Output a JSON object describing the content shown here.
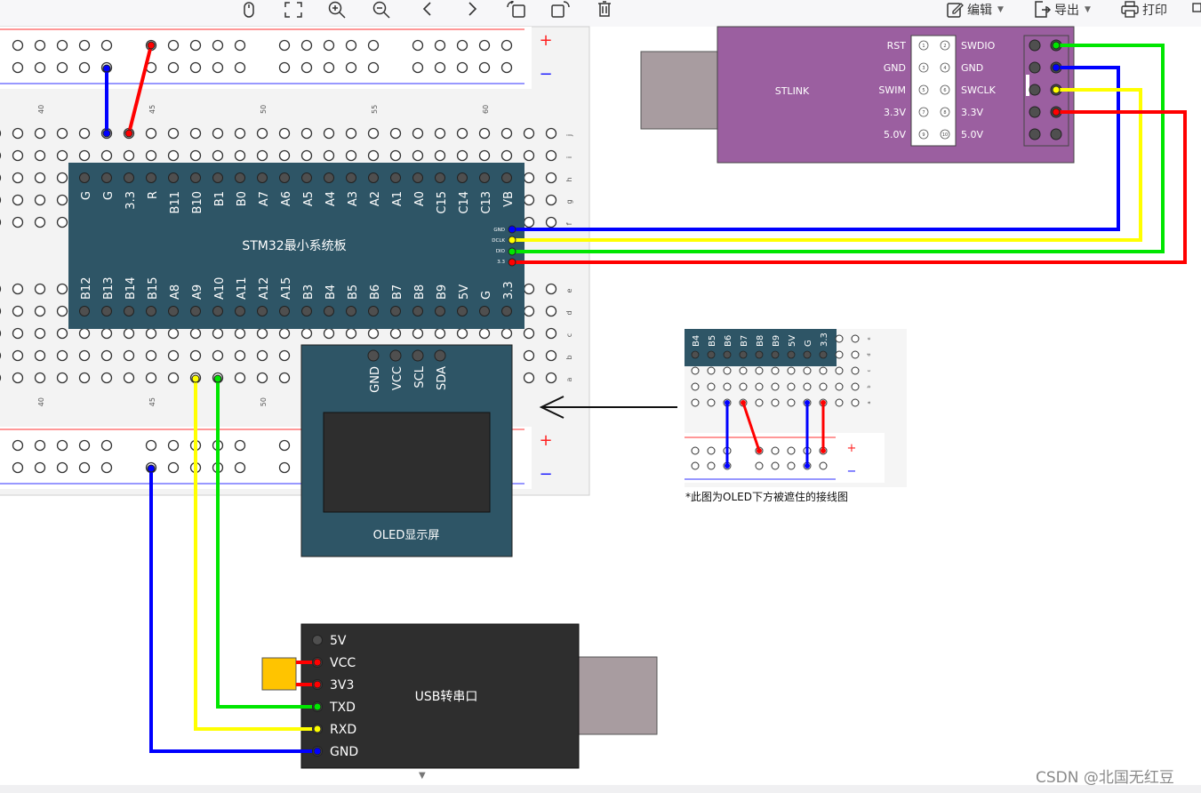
{
  "toolbar": {
    "icons": [
      "mouse-icon",
      "fit-screen-icon",
      "zoom-in-icon",
      "zoom-out-icon",
      "chevron-left-icon",
      "chevron-right-icon",
      "rotate-left-icon",
      "rotate-right-icon",
      "delete-icon"
    ],
    "edit_label": "编辑",
    "export_label": "导出",
    "print_label": "打印"
  },
  "diagram": {
    "breadboard_main": {
      "col_numbers": [
        "40",
        "45",
        "50",
        "55",
        "60"
      ],
      "col_numbers_bottom": [
        "40",
        "45",
        "50"
      ],
      "row_letters_top": [
        "j",
        "i",
        "h",
        "g",
        "f"
      ],
      "row_letters_bottom": [
        "e",
        "d",
        "c",
        "b",
        "a"
      ],
      "plus": "+",
      "minus": "−"
    },
    "stm32": {
      "title": "STM32最小系统板",
      "top_pins": [
        "G",
        "G",
        "3.3",
        "R",
        "B11",
        "B10",
        "B1",
        "B0",
        "A7",
        "A6",
        "A5",
        "A4",
        "A3",
        "A2",
        "A1",
        "A0",
        "C15",
        "C14",
        "C13",
        "VB"
      ],
      "bottom_pins": [
        "B12",
        "B13",
        "B14",
        "B15",
        "A8",
        "A9",
        "A10",
        "A11",
        "A12",
        "A15",
        "B3",
        "B4",
        "B5",
        "B6",
        "B7",
        "B8",
        "B9",
        "5V",
        "G",
        "3.3"
      ],
      "debug_pins": [
        "GND",
        "DCLK",
        "DIO",
        "3.3"
      ]
    },
    "stlink": {
      "title": "STLINK",
      "left_labels": [
        "RST",
        "GND",
        "SWIM",
        "3.3V",
        "5.0V"
      ],
      "pin_numbers_left": [
        "1",
        "3",
        "5",
        "7",
        "9"
      ],
      "pin_numbers_right": [
        "2",
        "4",
        "6",
        "8",
        "10"
      ],
      "right_labels": [
        "SWDIO",
        "GND",
        "SWCLK",
        "3.3V",
        "5.0V"
      ]
    },
    "oled": {
      "title": "OLED显示屏",
      "pins": [
        "GND",
        "VCC",
        "SCL",
        "SDA"
      ]
    },
    "usb_serial": {
      "title": "USB转串口",
      "pins": [
        "5V",
        "VCC",
        "3V3",
        "TXD",
        "RXD",
        "GND"
      ]
    },
    "inset": {
      "pins": [
        "B4",
        "B5",
        "B6",
        "B7",
        "B8",
        "B9",
        "5V",
        "G",
        "3.3"
      ],
      "row_letters": [
        "e",
        "d",
        "c",
        "b",
        "a"
      ],
      "plus": "+",
      "minus": "−",
      "caption": "*此图为OLED下方被遮住的接线图"
    },
    "colors": {
      "stm32_board": "#2e5566",
      "stlink_board": "#9b5fa0",
      "usb_board": "#2e2e2e",
      "wire_red": "#ff0000",
      "wire_blue": "#0000ff",
      "wire_green": "#00e600",
      "wire_yellow": "#ffff00"
    }
  },
  "watermark": "CSDN @北国无红豆"
}
